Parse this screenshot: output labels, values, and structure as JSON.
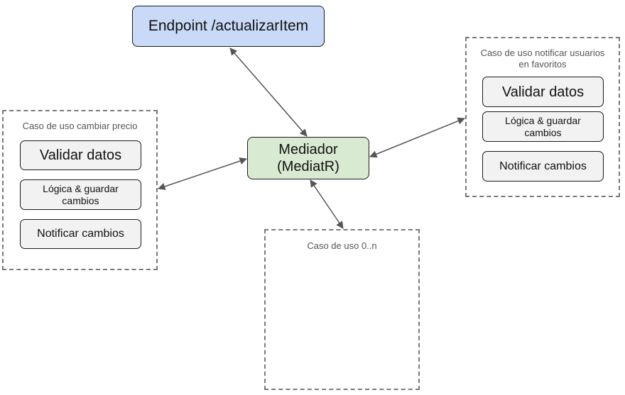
{
  "endpoint": {
    "label": "Endpoint /actualizarItem"
  },
  "mediator": {
    "line1": "Mediador",
    "line2": "(MediatR)"
  },
  "groups": {
    "left": {
      "title": "Caso de uso cambiar precio",
      "steps": [
        {
          "label": "Validar datos"
        },
        {
          "line1": "Lógica & guardar",
          "line2": "cambios"
        },
        {
          "label": "Notificar cambios"
        }
      ]
    },
    "right": {
      "title_line1": "Caso de uso notificar usuarios",
      "title_line2": "en favoritos",
      "steps": [
        {
          "label": "Validar datos"
        },
        {
          "line1": "Lógica & guardar",
          "line2": "cambios"
        },
        {
          "label": "Notificar cambios"
        }
      ]
    },
    "bottom": {
      "title": "Caso de uso 0..n"
    }
  },
  "colors": {
    "endpoint_fill": "#c9daf8",
    "mediator_fill": "#d9ead3",
    "step_fill": "#f2f2f2",
    "connector": "#555555",
    "group_border": "#7a7a7a"
  }
}
